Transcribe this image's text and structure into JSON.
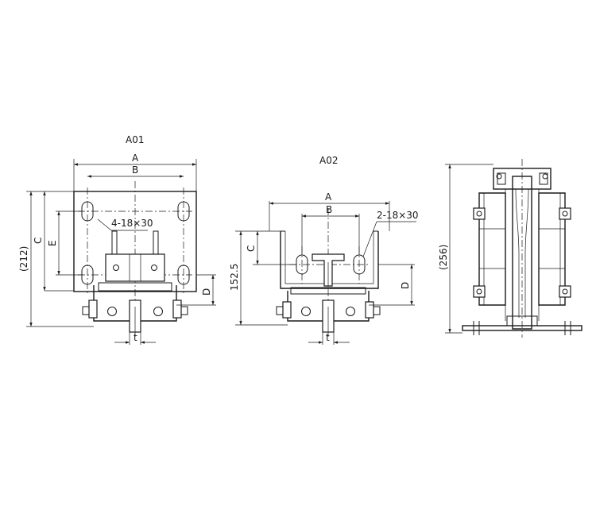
{
  "views": {
    "a01": {
      "title": "A01",
      "dim_a": "A",
      "dim_b": "B",
      "dim_c": "C",
      "dim_e": "E",
      "dim_d": "D",
      "dim_t": "t",
      "dim_212": "(212)",
      "hole_spec": "4-18×30"
    },
    "a02": {
      "title": "A02",
      "dim_a": "A",
      "dim_b": "B",
      "dim_c": "C",
      "dim_d": "D",
      "dim_t": "t",
      "dim_152": "152.5",
      "hole_spec": "2-18×30"
    },
    "side": {
      "dim_256": "(256)"
    }
  }
}
